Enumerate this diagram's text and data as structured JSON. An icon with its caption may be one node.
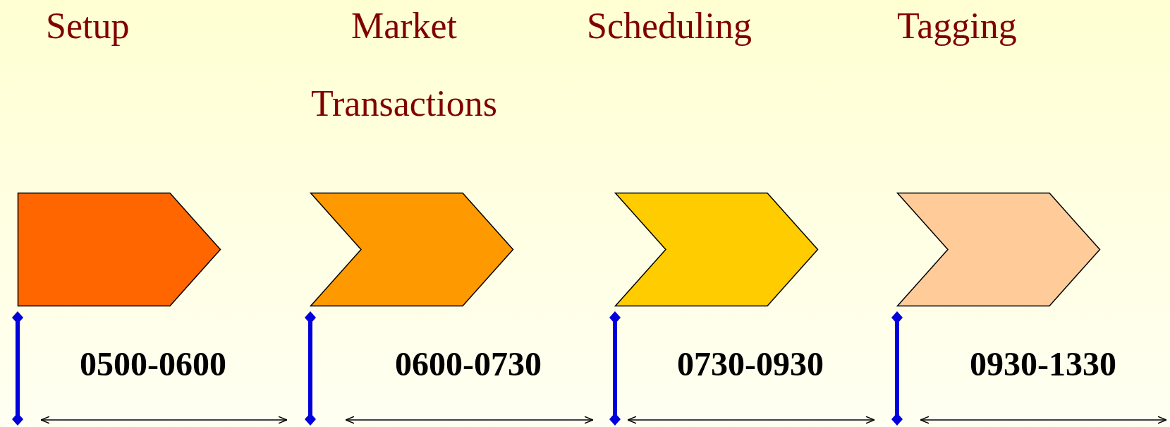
{
  "diagram": {
    "nodes": [
      {
        "text": [
          "Setup"
        ],
        "beside": [
          "0500-0600"
        ]
      },
      {
        "text": [
          "Market Transactions"
        ],
        "beside": [
          "0600-0730"
        ]
      },
      {
        "text": [
          "Scheduling"
        ],
        "beside": [
          "0730-0930"
        ]
      },
      {
        "text": [
          "Tagging"
        ],
        "beside": [
          "0930-1330"
        ]
      }
    ]
  }
}
